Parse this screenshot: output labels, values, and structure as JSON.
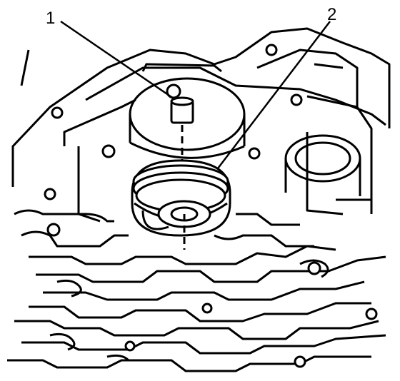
{
  "diagram": {
    "callouts": [
      {
        "id": "callout-1",
        "label": "1"
      },
      {
        "id": "callout-2",
        "label": "2"
      }
    ]
  },
  "colors": {
    "ink": "#000000",
    "paper": "#ffffff"
  }
}
